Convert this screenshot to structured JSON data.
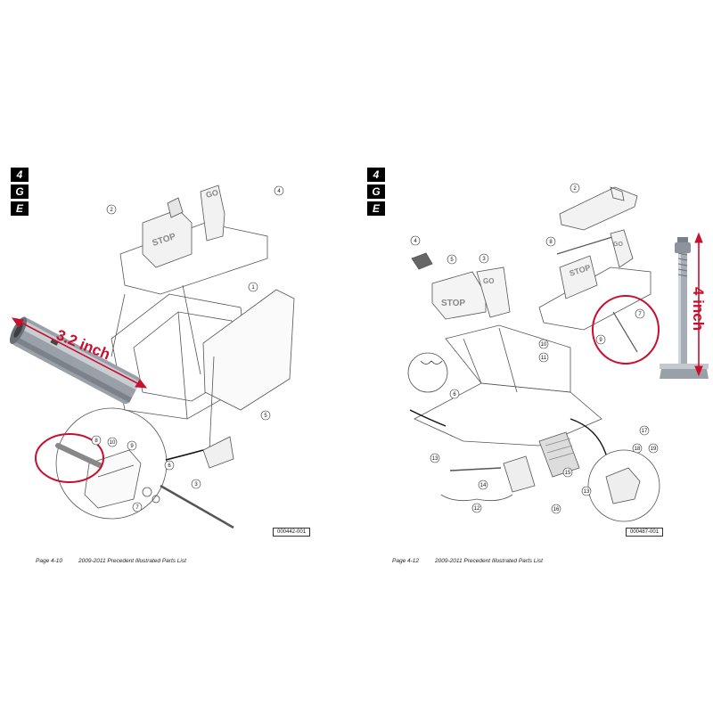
{
  "left_page": {
    "tabs": [
      "4",
      "G",
      "E"
    ],
    "footer_page": "Page 4-10",
    "footer_title": "2009-2011 Precedent  Illustrated Parts List",
    "figure_id": "000442-001",
    "measurement_label": "3.2 inch",
    "pedal_stop_text": "STOP",
    "pedal_go_text": "GO",
    "callouts": [
      "1",
      "2",
      "3",
      "4",
      "5",
      "6",
      "7",
      "8",
      "9",
      "10"
    ]
  },
  "right_page": {
    "tabs": [
      "4",
      "G",
      "E"
    ],
    "footer_page": "Page 4-12",
    "footer_title": "2009-2011 Precedent  Illustrated Parts List",
    "figure_id": "000487-001",
    "measurement_label": "4 inch",
    "pedal_stop_text": "STOP",
    "pedal_go_text": "GO",
    "callouts": [
      "2",
      "3",
      "4",
      "5",
      "6",
      "7",
      "8",
      "9",
      "10",
      "11",
      "12",
      "13",
      "13",
      "14",
      "15",
      "16",
      "17",
      "18",
      "19"
    ]
  },
  "colors": {
    "annotation_red": "#c8102e",
    "line_art": "#555555",
    "tab_bg": "#000000"
  }
}
